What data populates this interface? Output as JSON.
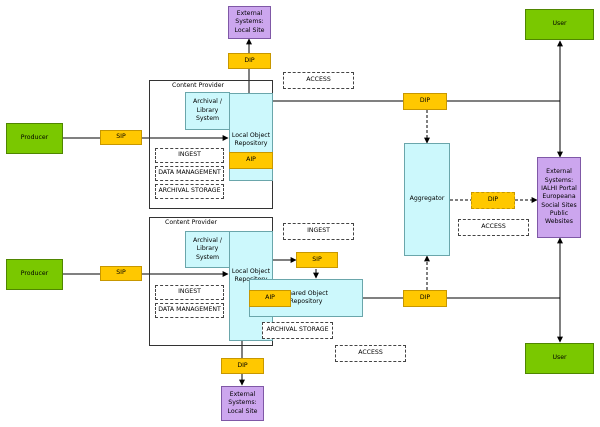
{
  "labels": {
    "producer": "Producer",
    "sip": "SIP",
    "aip": "AIP",
    "dip": "DIP",
    "user": "User",
    "content_provider": "Content Provider",
    "archival_library_system": "Archival /\nLibrary\nSystem",
    "archival_library_system_2": "Archival /\nLibrary\nSystem",
    "local_object_repository": "Local Object\nRepository",
    "shared_object_repository": "Shared Object\nRepository",
    "ingest": "INGEST",
    "data_management": "DATA MANAGEMENT",
    "archival_storage": "ARCHIVAL STORAGE",
    "access": "ACCESS",
    "aggregator": "Aggregator",
    "external_local_site": "External\nSystems:\nLocal Site",
    "external_portals": "External\nSystems:\nIALHI Portal\nEuropeana\nSocial Sites\nPublic Websites"
  },
  "colors": {
    "producer": "#7ac800",
    "user": "#7ac800",
    "external": "#cca6ee",
    "package": "#ffc800",
    "repository": "#ccf8fc"
  }
}
